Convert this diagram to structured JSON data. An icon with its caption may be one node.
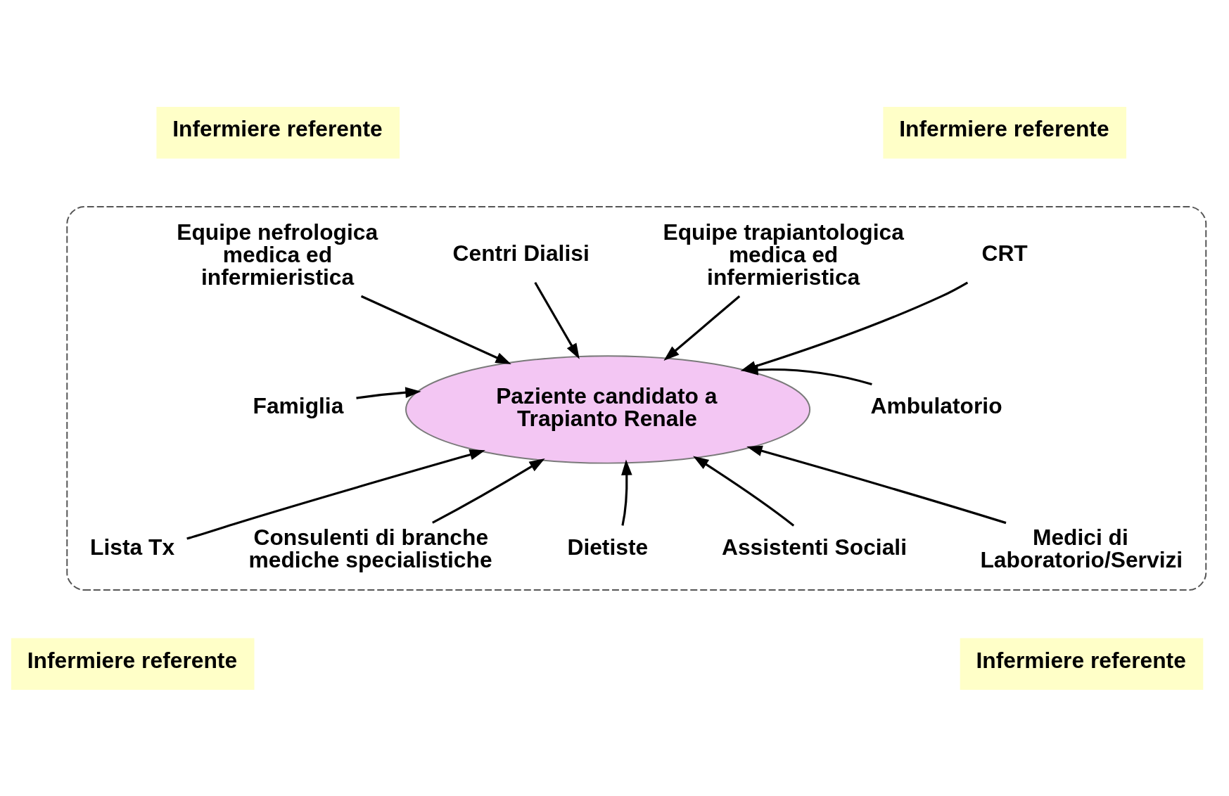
{
  "diagram": {
    "nodes": [
      {
        "text": [],
        "shape": "ellipse"
      },
      {
        "text": [
          "Infermiere referente"
        ]
      },
      {
        "text": [
          "Infermiere referente"
        ]
      },
      {
        "text": [
          "Equipe nefrologica medica ed infermieristica"
        ],
        "in": 0
      },
      {
        "text": [
          "Centri Dialisi"
        ],
        "in": 0
      },
      {
        "text": [
          "Equipe trapiantologica medica ed infermieristica"
        ],
        "in": 0
      },
      {
        "text": [
          "CRT"
        ],
        "in": 0
      },
      {
        "text": [
          "Famiglia"
        ],
        "in": 0
      },
      {
        "text": [
          "Paziente candidato a Trapianto Renale"
        ],
        "in": 0
      },
      {
        "text": [
          "Ambulatorio"
        ],
        "in": 0
      },
      {
        "text": [
          "Lista Tx"
        ],
        "in": 0
      },
      {
        "text": [
          "Medici di Laboratorio/Servizi"
        ],
        "in": 0
      },
      {
        "text": [
          "Consulenti di branche mediche specialistiche"
        ],
        "in": 0
      },
      {
        "text": [
          "Dietiste"
        ],
        "in": 0
      },
      {
        "text": [
          "Assistenti Sociali"
        ],
        "in": 0
      },
      {
        "text": [
          "Infermiere referente"
        ]
      },
      {
        "text": [
          "Infermiere referente"
        ]
      }
    ],
    "edges": [
      {
        "from": 3,
        "to": 8,
        "arrow": "to"
      },
      {
        "from": 4,
        "to": 8,
        "arrow": "to"
      },
      {
        "from": 5,
        "to": 8,
        "arrow": "to"
      },
      {
        "from": 6,
        "to": 8,
        "arrow": "to"
      },
      {
        "from": 7,
        "to": 8,
        "arrow": "to"
      },
      {
        "from": 9,
        "to": 8,
        "arrow": "to"
      },
      {
        "from": 10,
        "to": 8,
        "arrow": "to"
      },
      {
        "from": 11,
        "to": 8,
        "arrow": "to"
      },
      {
        "from": 12,
        "to": 8,
        "arrow": "to"
      },
      {
        "from": 13,
        "to": 8,
        "arrow": "to"
      },
      {
        "from": 14,
        "to": 8,
        "arrow": "to"
      }
    ]
  }
}
